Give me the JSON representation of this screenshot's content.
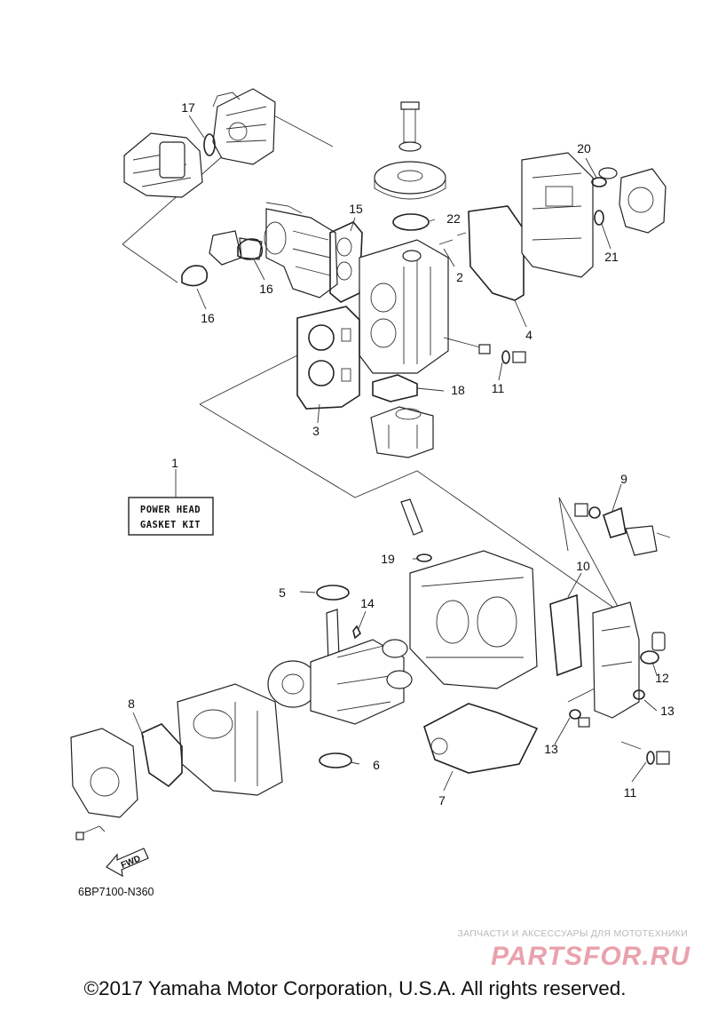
{
  "diagram": {
    "kit_label": [
      "POWER HEAD",
      "GASKET KIT"
    ],
    "drawing_code": "6BP7100-N360",
    "fwd_label": "FWD",
    "callouts": [
      "1",
      "2",
      "3",
      "4",
      "5",
      "6",
      "7",
      "8",
      "9",
      "10",
      "11",
      "11",
      "12",
      "13",
      "13",
      "14",
      "15",
      "16",
      "16",
      "17",
      "18",
      "19",
      "21",
      "22",
      "20"
    ]
  },
  "watermark": {
    "line1": "ЗАПЧАСТИ И АКСЕССУАРЫ ДЛЯ МОТОТЕХНИКИ",
    "line2": "PARTSFOR.RU"
  },
  "footer": {
    "copyright": "©2017 Yamaha Motor Corporation, U.S.A. All rights reserved."
  },
  "colors": {
    "line": "#222222",
    "watermark_logo": "#e9a2ad",
    "watermark_text": "#b9b9b9"
  }
}
